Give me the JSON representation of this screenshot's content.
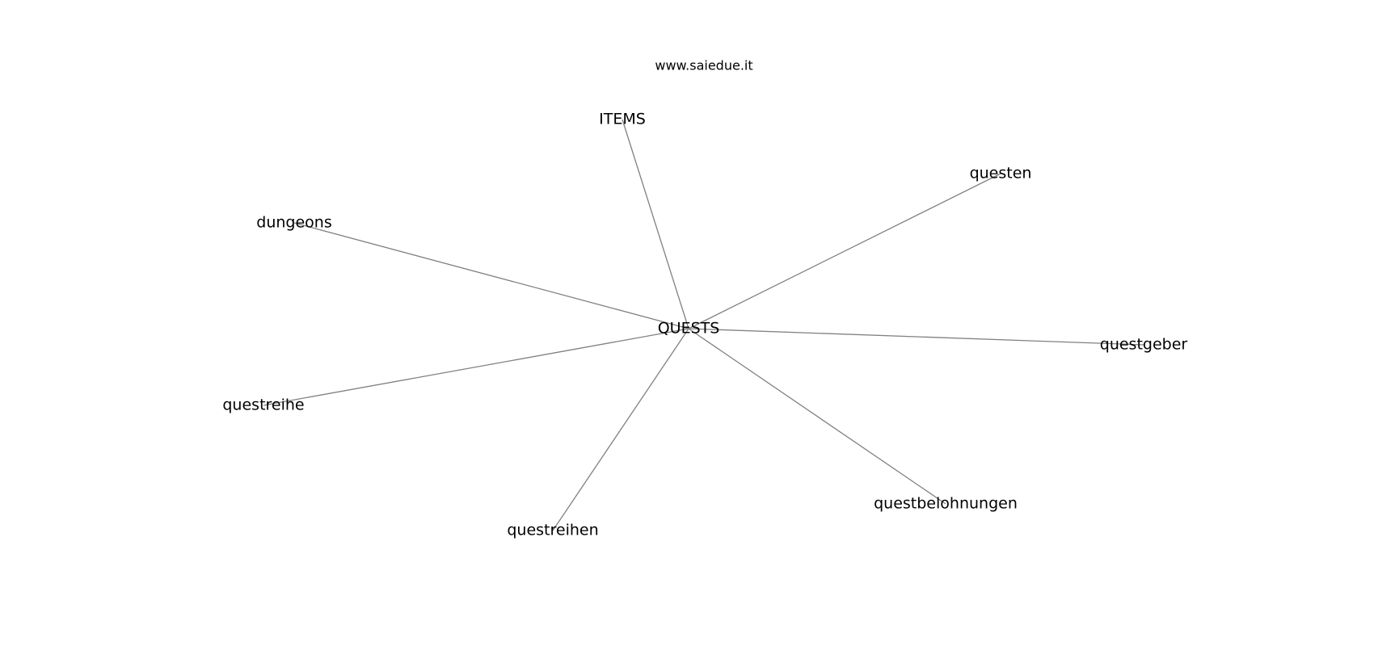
{
  "header": {
    "site": "www.saiedue.it"
  },
  "graph": {
    "center": "QUESTS",
    "nodes": [
      "QUESTS",
      "ITEMS",
      "questen",
      "dungeons",
      "questgeber",
      "questreihe",
      "questreihen",
      "questbelohnungen"
    ],
    "edges": [
      [
        "QUESTS",
        "ITEMS"
      ],
      [
        "QUESTS",
        "questen"
      ],
      [
        "QUESTS",
        "dungeons"
      ],
      [
        "QUESTS",
        "questgeber"
      ],
      [
        "QUESTS",
        "questreihe"
      ],
      [
        "QUESTS",
        "questreihen"
      ],
      [
        "QUESTS",
        "questbelohnungen"
      ]
    ]
  },
  "colors": {
    "edge": "#808080",
    "text": "#000000",
    "background": "#ffffff"
  }
}
